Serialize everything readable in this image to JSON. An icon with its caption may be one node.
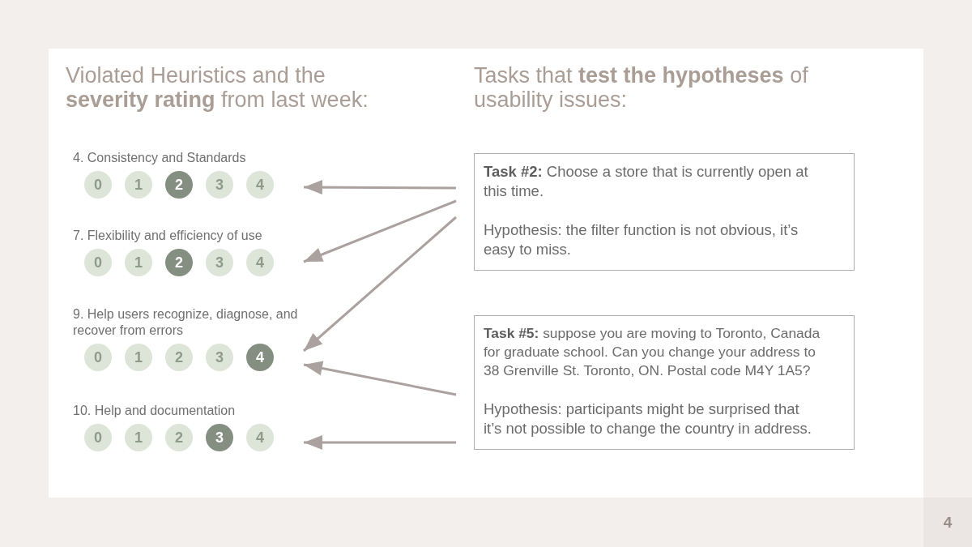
{
  "diagram": {
    "nodes": [
      {
        "text": [
          "4. Consistency and Standards"
        ]
      },
      {
        "text": [
          "0"
        ],
        "in": 0
      },
      {
        "text": [
          "1"
        ],
        "in": 0
      },
      {
        "text": [
          "2"
        ],
        "in": 0
      },
      {
        "text": [
          "3"
        ],
        "in": 0
      },
      {
        "text": [
          "4"
        ],
        "in": 0
      },
      {
        "text": [
          "7. Flexibility and efficiency of use"
        ]
      },
      {
        "text": [
          "0"
        ],
        "in": 6
      },
      {
        "text": [
          "1"
        ],
        "in": 6
      },
      {
        "text": [
          "2"
        ],
        "in": 6
      },
      {
        "text": [
          "3"
        ],
        "in": 6
      },
      {
        "text": [
          "4"
        ],
        "in": 6
      },
      {
        "text": [
          "9. Help users recognize, diagnose, and recover from errors"
        ]
      },
      {
        "text": [
          "0"
        ],
        "in": 12
      },
      {
        "text": [
          "1"
        ],
        "in": 12
      },
      {
        "text": [
          "2"
        ],
        "in": 12
      },
      {
        "text": [
          "3"
        ],
        "in": 12
      },
      {
        "text": [
          "4"
        ],
        "in": 12
      },
      {
        "text": [
          "10. Help and documentation"
        ]
      },
      {
        "text": [
          "0"
        ],
        "in": 18
      },
      {
        "text": [
          "1"
        ],
        "in": 18
      },
      {
        "text": [
          "2"
        ],
        "in": 18
      },
      {
        "text": [
          "3"
        ],
        "in": 18
      },
      {
        "text": [
          "4"
        ],
        "in": 18
      },
      {
        "text": [
          "**Task #2:** Choose a store that is currently open at this time.",
          "Hypothesis: the filter function is not obvious, it’s easy to miss."
        ]
      },
      {
        "text": [
          "**Task #5:** suppose you are moving to Toronto, Canada for graduate school. Can you change your address to 38 Grenville St. Toronto, ON. Postal code M4Y 1A5?",
          "Hypothesis: participants might be surprised that it’s not possible to change the country in address."
        ]
      }
    ],
    "edges": [
      {
        "from": 24,
        "to": 0,
        "arrow": "to"
      },
      {
        "from": 24,
        "to": 6,
        "arrow": "to"
      },
      {
        "from": 24,
        "to": 12,
        "arrow": "to"
      },
      {
        "from": 25,
        "to": 12,
        "arrow": "to"
      },
      {
        "from": 25,
        "to": 18,
        "arrow": "to"
      }
    ],
    "labels": [
      "Violated Heuristics and the **severity rating** from last week:",
      "Tasks that **test the hypotheses** of usability issues:",
      "4"
    ]
  }
}
